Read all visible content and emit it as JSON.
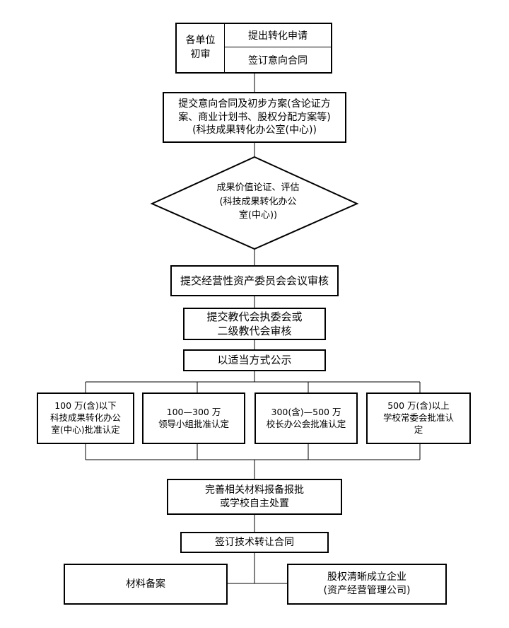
{
  "flow": {
    "unit_review": {
      "label_line1": "各单位",
      "label_line2": "初审",
      "submit_application": "提出转化申请",
      "sign_intent_contract": "签订意向合同"
    },
    "submit_plan": {
      "line1": "提交意向合同及初步方案(含论证方",
      "line2": "案、商业计划书、股权分配方案等)",
      "line3": "(科技成果转化办公室(中心))"
    },
    "evaluation": {
      "line1": "成果价值论证、评估",
      "line2": "(科技成果转化办公",
      "line3": "室(中心))"
    },
    "asset_committee": "提交经营性资产委员会会议审核",
    "congress_review": {
      "line1": "提交教代会执委会或",
      "line2": "二级教代会审核"
    },
    "publicity": "以适当方式公示",
    "approval_tiers": [
      {
        "line1": "100 万(含)以下",
        "line2": "科技成果转化办公",
        "line3": "室(中心)批准认定"
      },
      {
        "line1": "100—300 万",
        "line2": "领导小组批准认定"
      },
      {
        "line1": "300(含)—500 万",
        "line2": "校长办公会批准认定"
      },
      {
        "line1": "500 万(含)以上",
        "line2": "学校常委会批准认",
        "line3": "定"
      }
    ],
    "report_materials": {
      "line1": "完善相关材料报备报批",
      "line2": "或学校自主处置"
    },
    "sign_transfer": "签订技术转让合同",
    "file_materials": "材料备案",
    "establish_company": {
      "line1": "股权清晰成立企业",
      "line2": "(资产经营管理公司)"
    }
  }
}
